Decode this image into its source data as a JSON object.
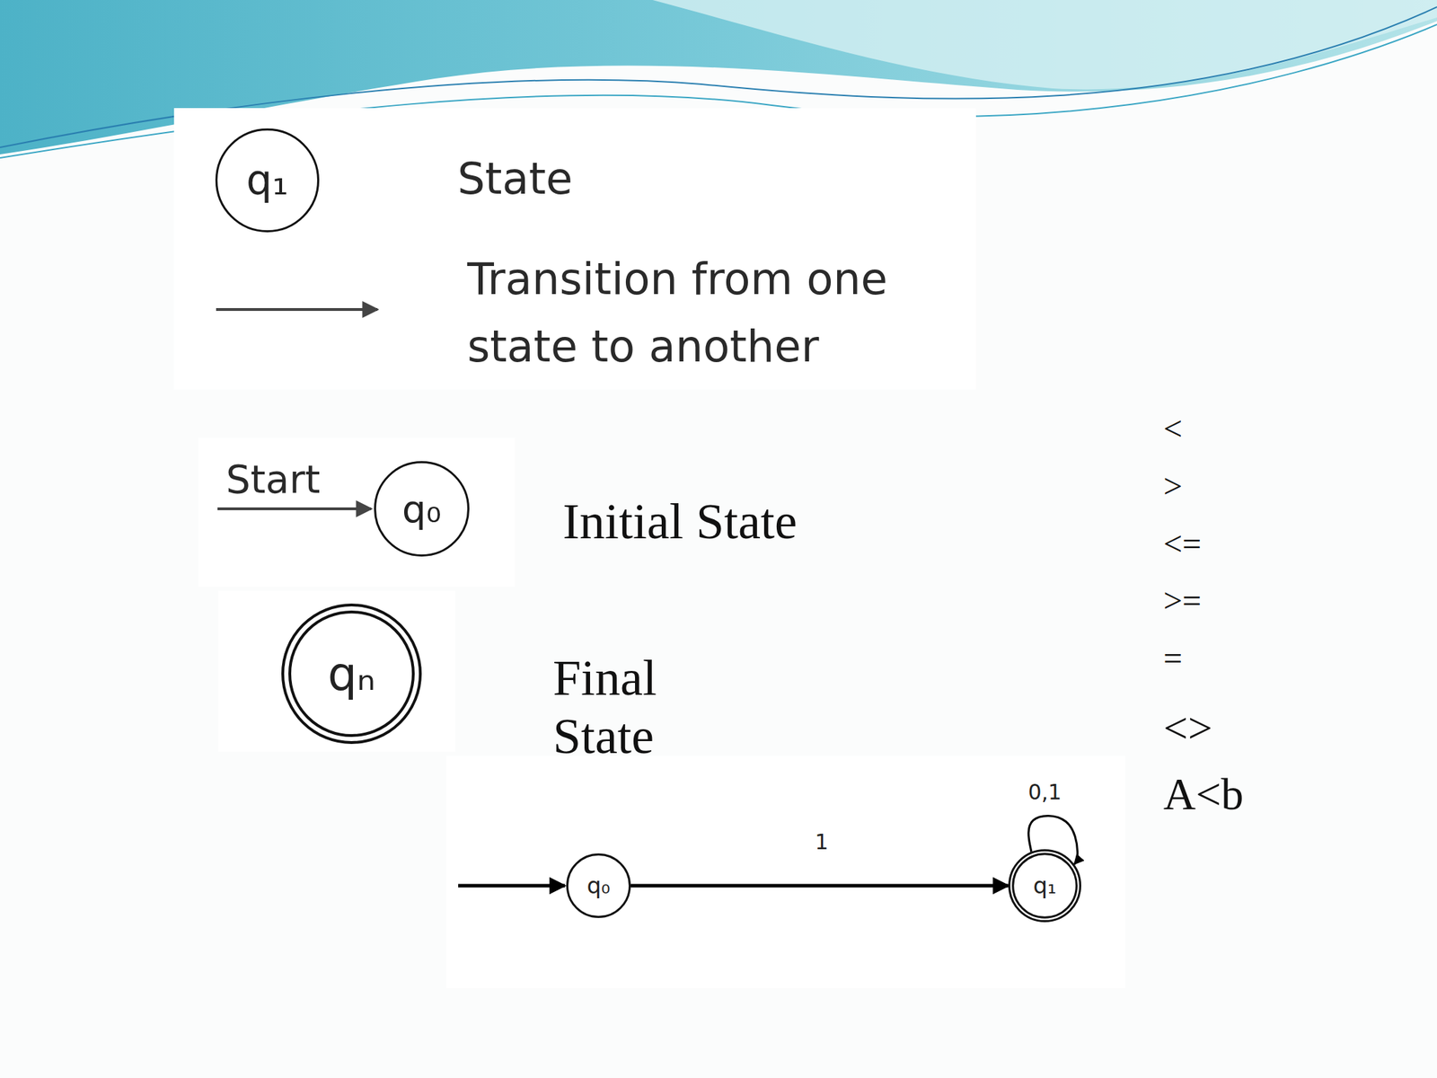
{
  "diagram": {
    "nodes": [
      {
        "text": [
          "q₁"
        ]
      },
      {
        "text": [
          "q₀"
        ]
      },
      {
        "text": [
          "qₙ"
        ]
      },
      {
        "text": [
          "q₀"
        ]
      },
      {
        "text": [
          "q₁"
        ]
      }
    ],
    "edges": [
      {
        "from": 3,
        "to": 4,
        "arrow": "to",
        "label": "1"
      },
      {
        "from": 4,
        "to": 4,
        "arrow": "to",
        "label": "0,1"
      }
    ],
    "labels": [
      "State",
      "Transition from one state to another",
      "Start",
      "Initial State",
      "Final State",
      "<",
      ">",
      "<=",
      ">=",
      "=",
      "<>",
      "A<b"
    ]
  }
}
